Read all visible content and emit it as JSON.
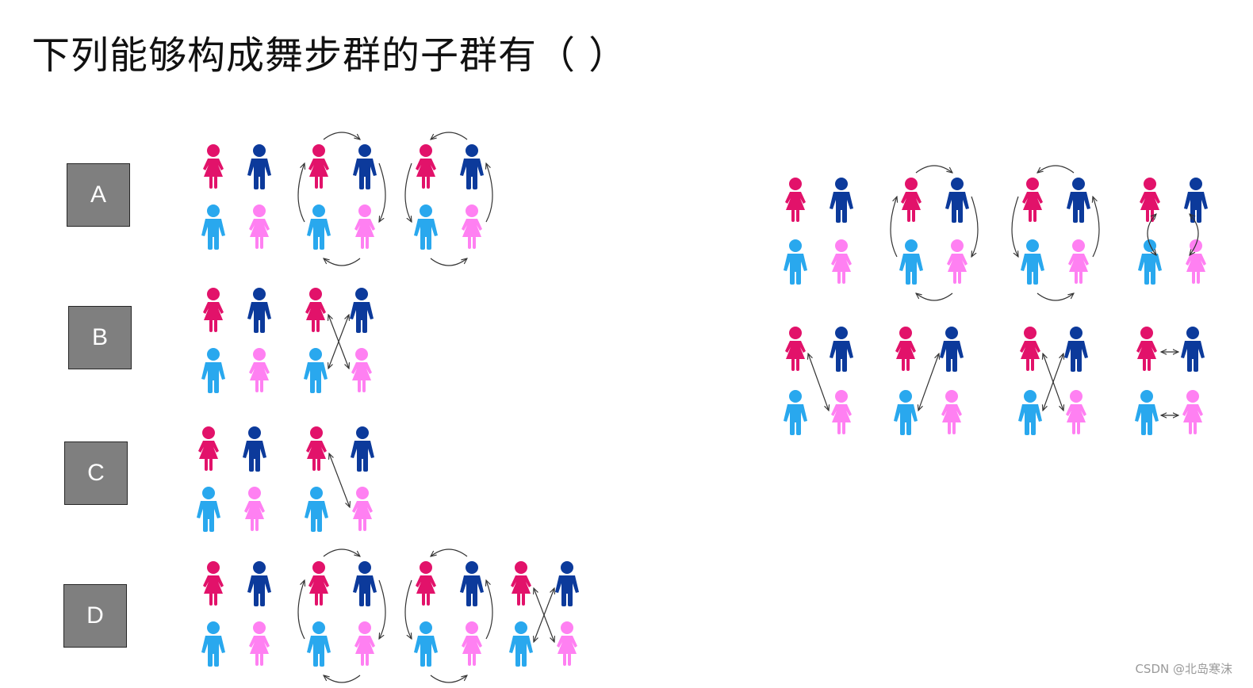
{
  "question": {
    "text": "下列能够构成舞步群的子群有（  ）"
  },
  "options": [
    {
      "id": "A",
      "label": "A"
    },
    {
      "id": "B",
      "label": "B"
    },
    {
      "id": "C",
      "label": "C"
    },
    {
      "id": "D",
      "label": "D"
    }
  ],
  "colors": {
    "woman_top": "#E2126A",
    "man_top": "#0C3A9B",
    "man_bottom": "#29A8EE",
    "woman_bottom": "#FF80F2",
    "arrow": "#333333",
    "option_box": "#7F7F7F"
  },
  "dance_moves": {
    "legend": "identity, rotate-cw, rotate-ccw, swap-columns, diag-swap-1, diag-swap-2, cross-swap, swap-rows",
    "option_A": [
      "identity",
      "rotate-cw",
      "rotate-ccw"
    ],
    "option_B": [
      "identity",
      "cross-swap"
    ],
    "option_C": [
      "identity",
      "diag-swap-1"
    ],
    "option_D": [
      "identity",
      "rotate-cw",
      "rotate-ccw",
      "cross-swap"
    ],
    "reference_row1": [
      "identity",
      "rotate-cw",
      "rotate-ccw",
      "swap-columns"
    ],
    "reference_row2": [
      "diag-swap-1",
      "diag-swap-2",
      "cross-swap",
      "swap-rows"
    ]
  },
  "watermark": {
    "text": "CSDN @北岛寒沫"
  }
}
